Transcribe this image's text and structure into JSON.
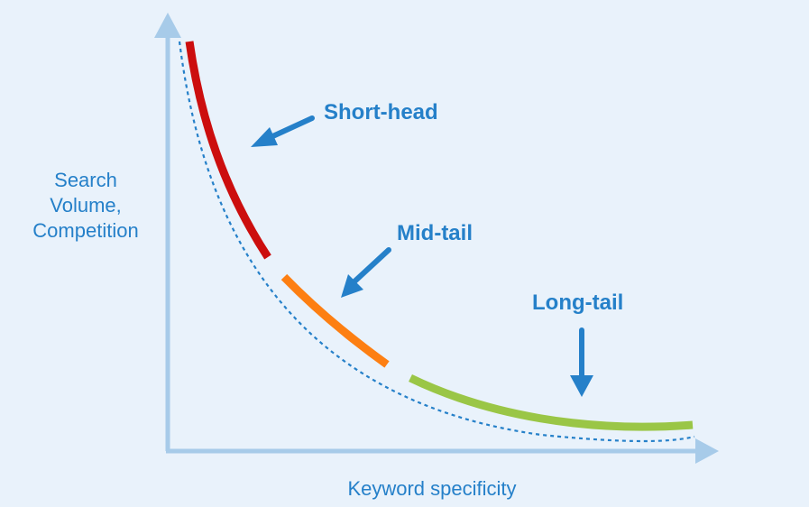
{
  "diagram": {
    "y_axis_label_lines": [
      "Search",
      "Volume,",
      "Competition"
    ],
    "x_axis_label": "Keyword specificity",
    "segments": [
      {
        "key": "short",
        "label": "Short-head",
        "color": "#cc0e0e"
      },
      {
        "key": "mid",
        "label": "Mid-tail",
        "color": "#fd7f12"
      },
      {
        "key": "long",
        "label": "Long-tail",
        "color": "#9ac646"
      }
    ],
    "colors": {
      "background": "#e9f2fb",
      "axis": "#a7cbe9",
      "text": "#2580c9",
      "arrow": "#2580c9",
      "dotted_curve": "#2580c9"
    }
  }
}
